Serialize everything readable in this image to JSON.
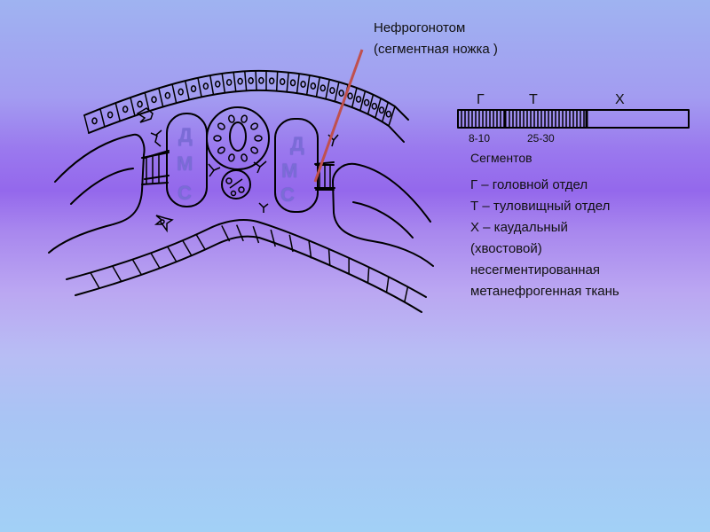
{
  "labels": {
    "nephrogonotome_title": "Нефрогонотом",
    "nephrogonotome_subtitle": "(сегментная ножка )",
    "organ_left": [
      "Д",
      "М",
      "С"
    ],
    "organ_right": [
      "Д",
      "М",
      "С"
    ]
  },
  "scale_bar": {
    "head_letter": "Г",
    "trunk_letter": "Т",
    "tail_letter": "Х",
    "head_count": "8-10",
    "trunk_count": "25-30",
    "caption": "Сегментов"
  },
  "legend": [
    "Г – головной отдел",
    "Т – туловищный отдел",
    "Х – каудальный",
    "(хвостовой)",
    "несегментированная",
    "метанефрогенная ткань"
  ],
  "colors": {
    "outline": "#000000",
    "pointer_line": "#c0504d",
    "organ_letters": "#7b6cd6"
  }
}
